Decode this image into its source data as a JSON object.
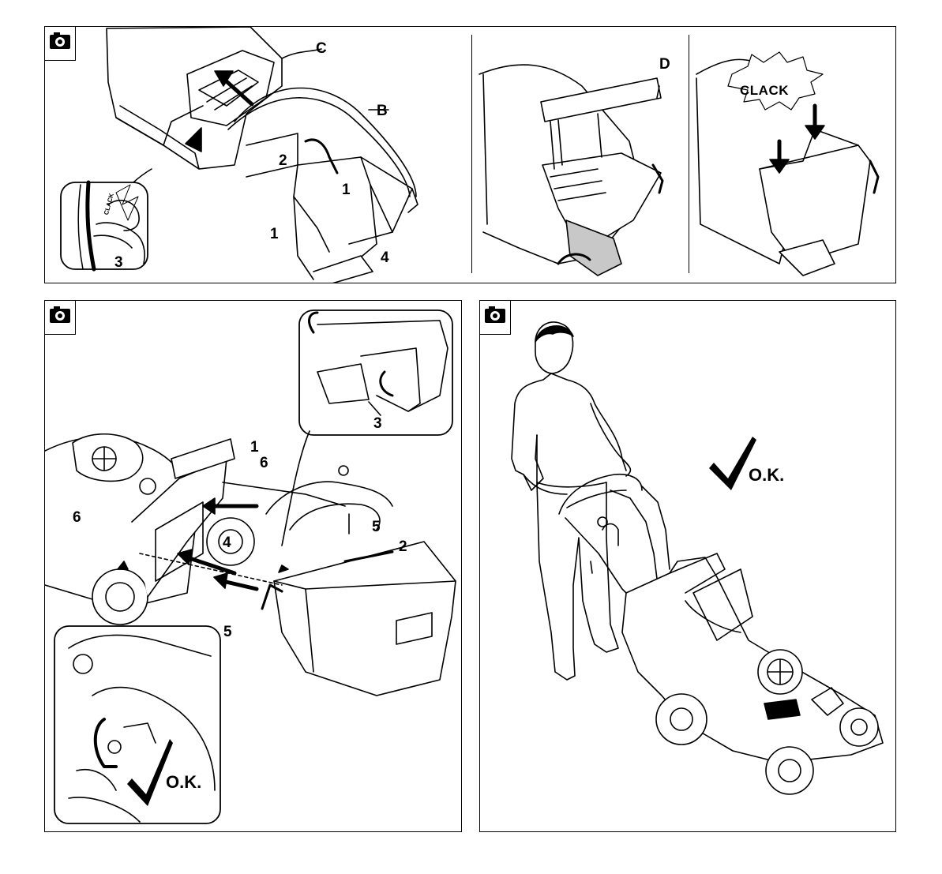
{
  "panel1": {
    "labels": {
      "C": "C",
      "B": "B",
      "two": "2",
      "one_a": "1",
      "one_b": "1",
      "three": "3",
      "four": "4",
      "D": "D"
    },
    "clack_big": "CLACK",
    "clack_small": "CLACK"
  },
  "panel2": {
    "labels": {
      "one": "1",
      "six_a": "6",
      "six_b": "6",
      "three": "3",
      "five_a": "5",
      "five_b": "5",
      "two": "2",
      "four": "4"
    },
    "ok": "O.K."
  },
  "panel3": {
    "ok": "O.K."
  }
}
